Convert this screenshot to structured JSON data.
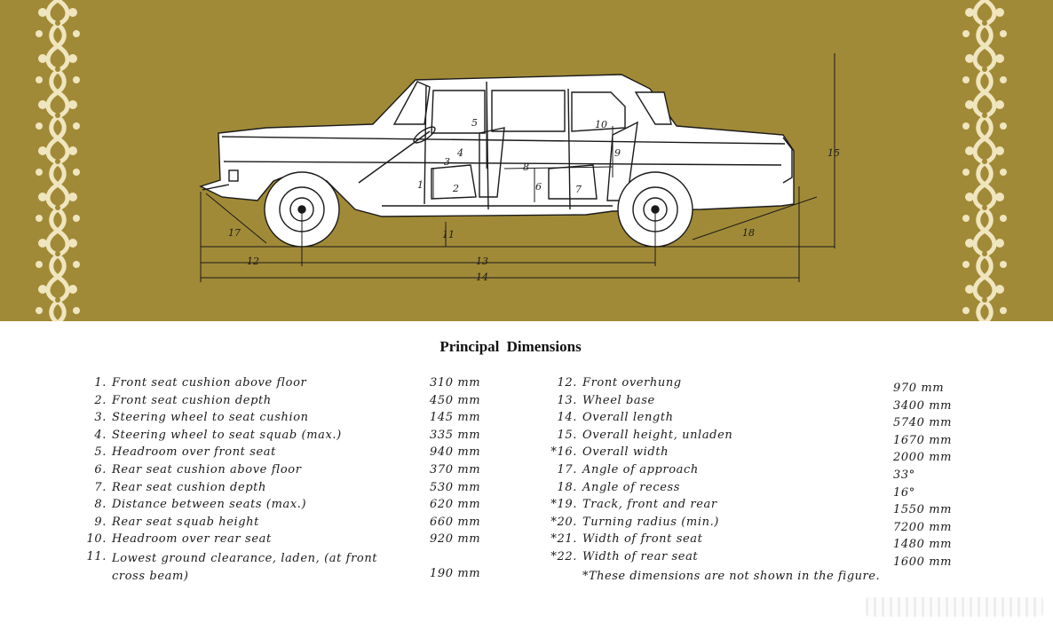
{
  "title": "Principal Dimensions",
  "diagram_labels": [
    "1",
    "2",
    "3",
    "4",
    "5",
    "6",
    "7",
    "8",
    "9",
    "10",
    "11",
    "12",
    "13",
    "14",
    "15",
    "17",
    "18"
  ],
  "left_items": [
    {
      "num": "1.",
      "label": "Front seat cushion above floor",
      "value": "310  mm"
    },
    {
      "num": "2.",
      "label": "Front seat cushion depth",
      "value": "450  mm"
    },
    {
      "num": "3.",
      "label": "Steering wheel to seat cushion",
      "value": "145  mm"
    },
    {
      "num": "4.",
      "label": "Steering wheel to seat squab (max.)",
      "value": "335  mm"
    },
    {
      "num": "5.",
      "label": "Headroom over front seat",
      "value": "940  mm"
    },
    {
      "num": "6.",
      "label": "Rear seat cushion above floor",
      "value": "370  mm"
    },
    {
      "num": "7.",
      "label": "Rear seat cushion depth",
      "value": "530  mm"
    },
    {
      "num": "8.",
      "label": "Distance between seats (max.)",
      "value": "620  mm"
    },
    {
      "num": "9.",
      "label": "Rear seat squab height",
      "value": "660  mm"
    },
    {
      "num": "10.",
      "label": "Headroom over rear seat",
      "value": "920  mm"
    },
    {
      "num": "11.",
      "label": "Lowest ground clearance, laden, (at front cross beam)",
      "value": "190  mm"
    }
  ],
  "right_items": [
    {
      "num": "12.",
      "label": "Front overhung",
      "value": "970  mm"
    },
    {
      "num": "13.",
      "label": "Wheel base",
      "value": "3400  mm"
    },
    {
      "num": "14.",
      "label": "Overall length",
      "value": "5740  mm"
    },
    {
      "num": "15.",
      "label": "Overall height, unladen",
      "value": "1670  mm"
    },
    {
      "num": "*16.",
      "label": "Overall width",
      "value": "2000  mm"
    },
    {
      "num": "17.",
      "label": "Angle of approach",
      "value": "33°"
    },
    {
      "num": "18.",
      "label": "Angle of recess",
      "value": "16°"
    },
    {
      "num": "*19.",
      "label": "Track, front and rear",
      "value": "1550  mm"
    },
    {
      "num": "*20.",
      "label": "Turning radius (min.)",
      "value": "7200  mm"
    },
    {
      "num": "*21.",
      "label": "Width of front seat",
      "value": "1480  mm"
    },
    {
      "num": "*22.",
      "label": "Width of rear seat",
      "value": "1600  mm"
    }
  ],
  "footnote": "*These dimensions are not shown in the figure.",
  "colors": {
    "band": "#a18a37",
    "ornament": "#efe6bf",
    "text": "#1a1a1a"
  }
}
